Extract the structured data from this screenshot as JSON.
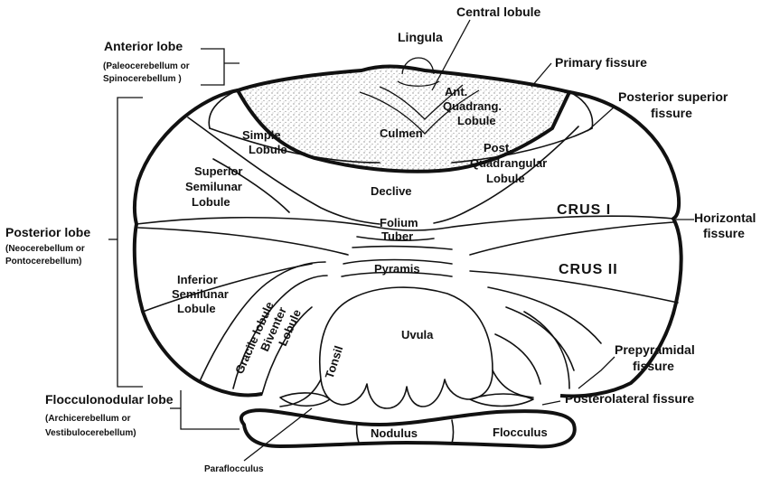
{
  "labels": {
    "central_lobule": "Central lobule",
    "lingula": "Lingula",
    "anterior_lobe": "Anterior lobe",
    "anterior_lobe_sub1": "(Paleocerebellum or",
    "anterior_lobe_sub2": "Spinocerebellum )",
    "primary_fissure": "Primary fissure",
    "posterior_superior_fissure_1": "Posterior superior",
    "posterior_superior_fissure_2": "fissure",
    "ant_quadrang_1": "Ant.",
    "ant_quadrang_2": "Quadrang.",
    "ant_quadrang_3": "Lobule",
    "culmen": "Culmen",
    "simple_lobule_1": "Simple",
    "simple_lobule_2": "Lobule",
    "post_quadrangular_1": "Post.",
    "post_quadrangular_2": "Quadrangular",
    "post_quadrangular_3": "Lobule",
    "superior_semilunar_1": "Superior",
    "superior_semilunar_2": "Semilunar",
    "superior_semilunar_3": "Lobule",
    "declive": "Declive",
    "crus_1": "CRUS  I",
    "horizontal_fissure_1": "Horizontal",
    "horizontal_fissure_2": "fissure",
    "folium": "Folium",
    "tuber": "Tuber",
    "posterior_lobe": "Posterior lobe",
    "posterior_lobe_sub1": "(Neocerebellum or",
    "posterior_lobe_sub2": "Pontocerebellum)",
    "pyramis": "Pyramis",
    "crus_2": "CRUS  II",
    "inferior_semilunar_1": "Inferior",
    "inferior_semilunar_2": "Semilunar",
    "inferior_semilunar_3": "Lobule",
    "gracile_lobule": "Gracile lobule",
    "biventer_lobule_1": "Biventer",
    "biventer_lobule_2": "Lobule",
    "uvula": "Uvula",
    "tonsil": "Tonsil",
    "prepyramidal_fissure_1": "Prepyramidal",
    "prepyramidal_fissure_2": "fissure",
    "flocculonodular_lobe": "Flocculonodular lobe",
    "flocculonodular_sub1": "(Archicerebellum or",
    "flocculonodular_sub2": "Vestibulocerebellum)",
    "posterolateral_fissure": "Posterolateral fissure",
    "nodulus": "Nodulus",
    "flocculus": "Flocculus",
    "paraflocculus": "Paraflocculus"
  },
  "colors": {
    "ink": "#111111",
    "stipple": "#8a8a8a",
    "paper": "#ffffff"
  }
}
